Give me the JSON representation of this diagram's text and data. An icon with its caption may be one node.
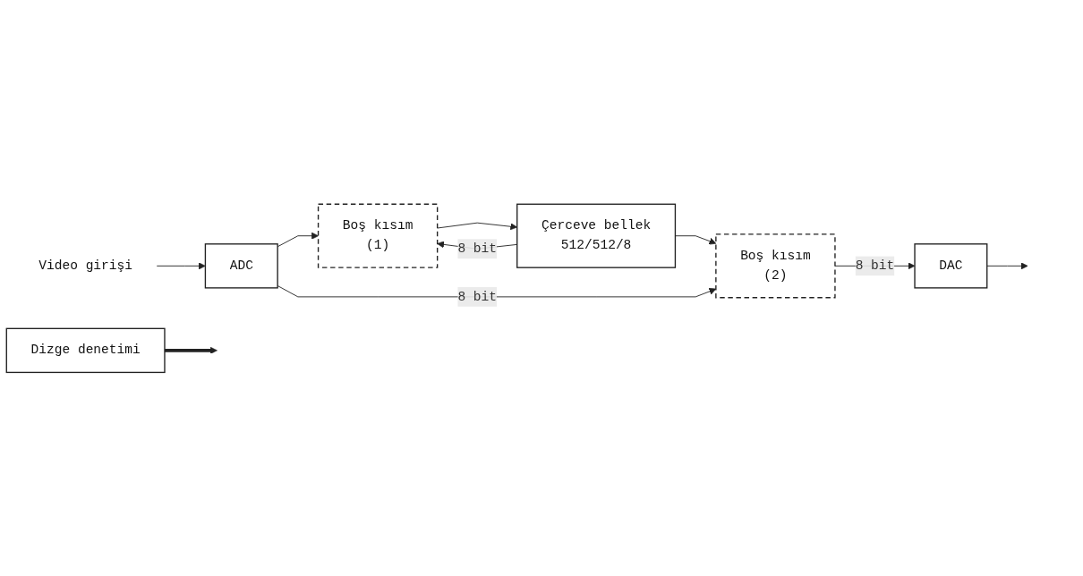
{
  "diagram": {
    "nodes": [
      {
        "text": [
          "Video girişi"
        ]
      },
      {
        "text": [
          "ADC"
        ]
      },
      {
        "text": [
          "Boş kısım",
          "(1)"
        ]
      },
      {
        "text": [
          "Çerceve bellek",
          "512/512/8"
        ]
      },
      {
        "text": [
          "Boş kısım",
          "(2)"
        ]
      },
      {
        "text": [
          "DAC"
        ]
      },
      {
        "text": [
          "Dizge denetimi"
        ]
      }
    ],
    "edges": [
      {
        "from": 0,
        "to": 1,
        "arrow": "to"
      },
      {
        "from": 1,
        "to": 2,
        "arrow": "to"
      },
      {
        "from": 2,
        "to": 3,
        "arrow": "to"
      },
      {
        "from": 3,
        "to": 2,
        "arrow": "to",
        "label": "8 bit"
      },
      {
        "from": 3,
        "to": 4,
        "arrow": "to"
      },
      {
        "from": 1,
        "to": 4,
        "arrow": "to",
        "label": "8 bit"
      },
      {
        "from": 4,
        "to": 5,
        "arrow": "to",
        "label": "8 bit"
      },
      {
        "from": 5,
        "to": null,
        "arrow": "to"
      },
      {
        "from": 6,
        "to": null,
        "arrow": "to",
        "style": "thick"
      }
    ]
  }
}
